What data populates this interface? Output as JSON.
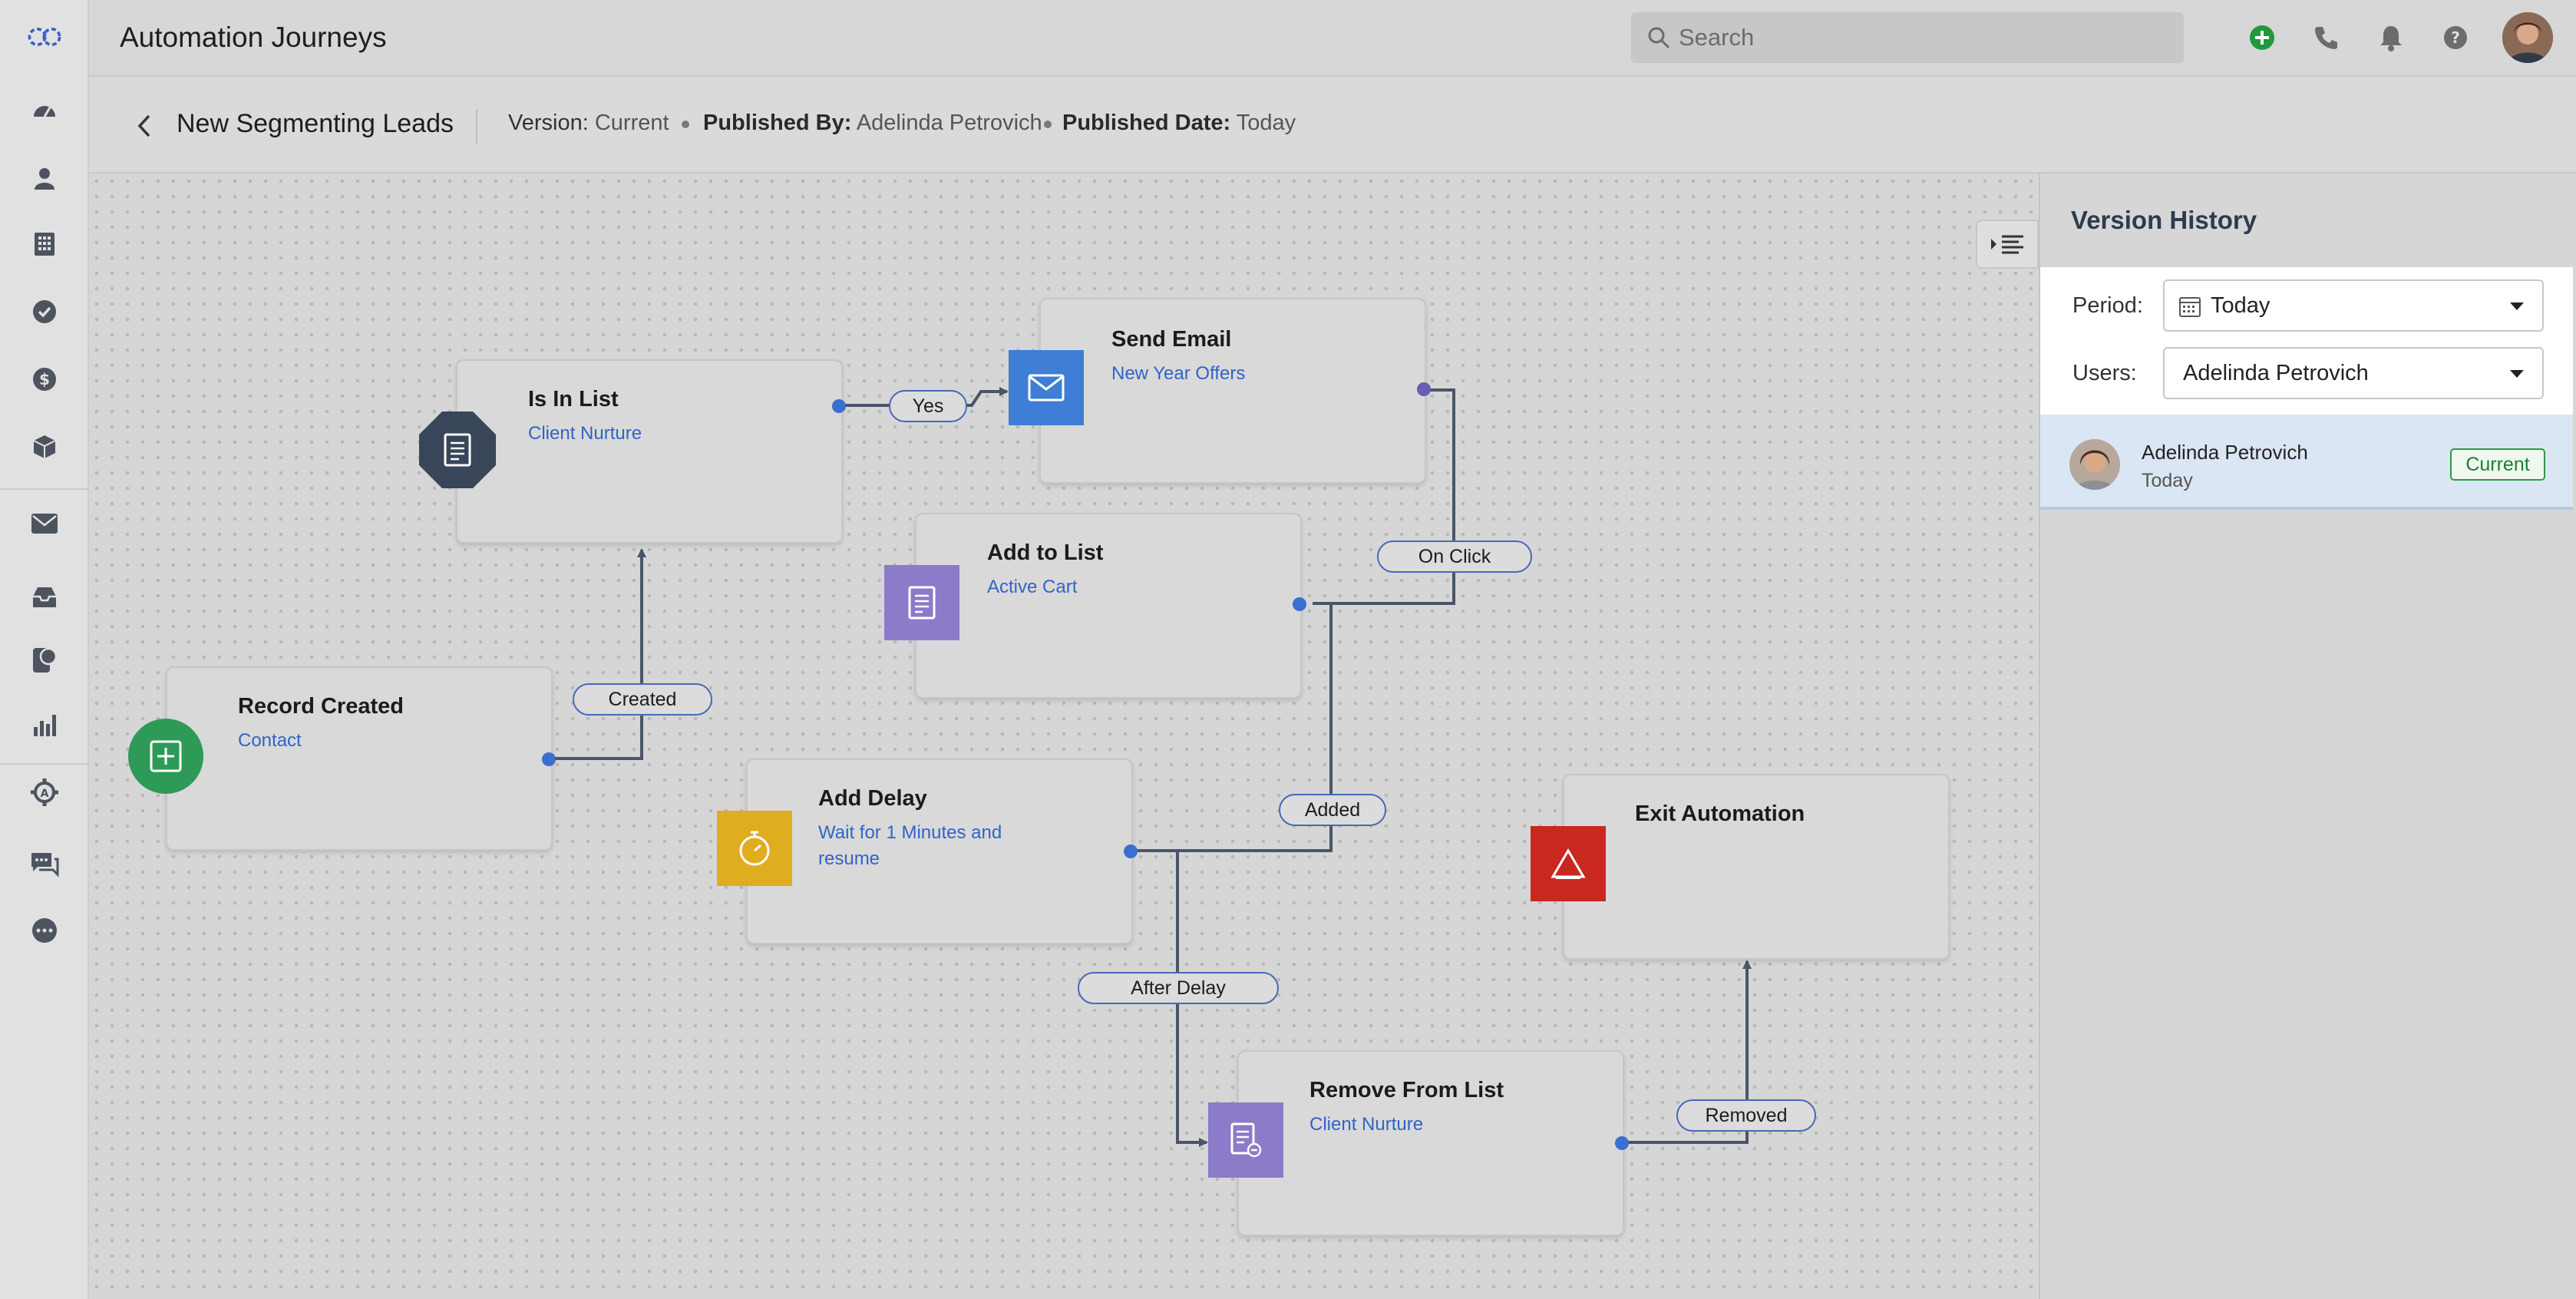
{
  "header": {
    "app_title": "Automation Journeys",
    "search_placeholder": "Search",
    "icons": [
      "add-circle-icon",
      "phone-icon",
      "bell-icon",
      "help-icon",
      "user-avatar"
    ]
  },
  "left_nav": {
    "icons": [
      "logo-icon",
      "dashboard-icon",
      "contacts-icon",
      "companies-icon",
      "tasks-icon",
      "deals-icon",
      "products-icon",
      "email-icon",
      "inbox-icon",
      "chat-bubble-icon",
      "reports-icon",
      "automation-icon",
      "messages-icon",
      "more-icon"
    ]
  },
  "subheader": {
    "journey_name": "New Segmenting Leads",
    "version_label": "Version:",
    "version_value": "Current",
    "published_by_label": "Published By:",
    "published_by_value": "Adelinda Petrovich",
    "published_date_label": "Published Date:",
    "published_date_value": "Today"
  },
  "flow": {
    "nodes": {
      "record_created": {
        "title": "Record Created",
        "sub": "Contact",
        "icon": "plus-square-icon",
        "color": "#2e9a58"
      },
      "is_in_list": {
        "title": "Is In List",
        "sub": "Client Nurture",
        "icon": "document-icon",
        "color": "#394558"
      },
      "send_email": {
        "title": "Send Email",
        "sub": "New Year Offers",
        "icon": "envelope-icon",
        "color": "#3f7ed6"
      },
      "add_to_list": {
        "title": "Add to List",
        "sub": "Active Cart",
        "icon": "list-document-icon",
        "color": "#8b7bc9"
      },
      "add_delay": {
        "title": "Add Delay",
        "sub": "Wait for 1 Minutes and resume",
        "icon": "stopwatch-icon",
        "color": "#e0ac20"
      },
      "exit_automation": {
        "title": "Exit Automation",
        "sub": "",
        "icon": "warning-triangle-icon",
        "color": "#c8281f"
      },
      "remove_from_list": {
        "title": "Remove From List",
        "sub": "Client Nurture",
        "icon": "remove-document-icon",
        "color": "#8b7bc9"
      }
    },
    "edge_labels": {
      "created": "Created",
      "yes": "Yes",
      "on_click": "On Click",
      "added": "Added",
      "after_delay": "After Delay",
      "removed": "Removed"
    }
  },
  "panel": {
    "title": "Version History",
    "period_label": "Period:",
    "period_value": "Today",
    "users_label": "Users:",
    "users_value": "Adelinda Petrovich",
    "history": [
      {
        "name": "Adelinda Petrovich",
        "date": "Today",
        "badge": "Current"
      }
    ]
  },
  "colors": {
    "accent_blue": "#3a6fd0",
    "badge_green": "#2e9a46",
    "header_add": "#1f9a3a"
  }
}
